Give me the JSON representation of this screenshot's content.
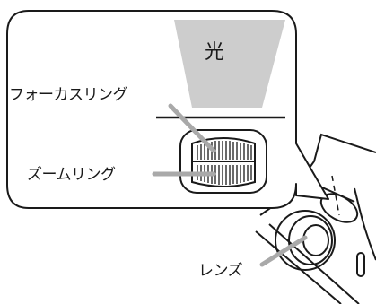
{
  "labels": {
    "light": "光",
    "focus_ring": "フォーカスリング",
    "zoom_ring": "ズームリング",
    "lens": "レンズ"
  },
  "colors": {
    "outline": "#1a1a1a",
    "light_beam": "#cdcdcd",
    "pointer": "#a9a9a9"
  }
}
